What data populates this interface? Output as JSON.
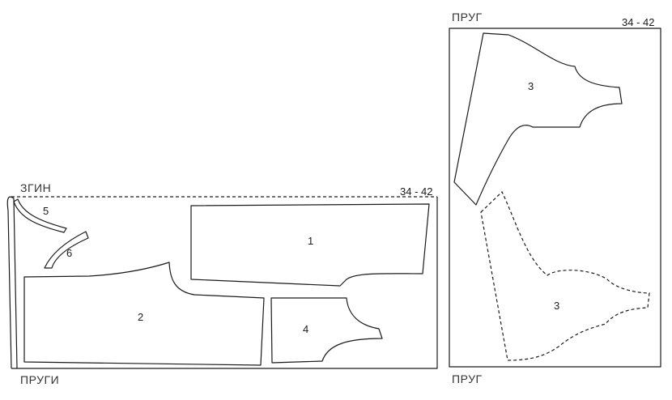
{
  "left_layout": {
    "fold_label": "ЗГИН",
    "selvedge_label": "ПРУГИ",
    "size_range": "34 - 42",
    "pieces": [
      "1",
      "2",
      "4",
      "5",
      "6"
    ]
  },
  "right_layout": {
    "top_selvedge_label": "ПРУГ",
    "bottom_selvedge_label": "ПРУГ",
    "size_range": "34 - 42",
    "pieces": [
      "3",
      "3"
    ]
  }
}
